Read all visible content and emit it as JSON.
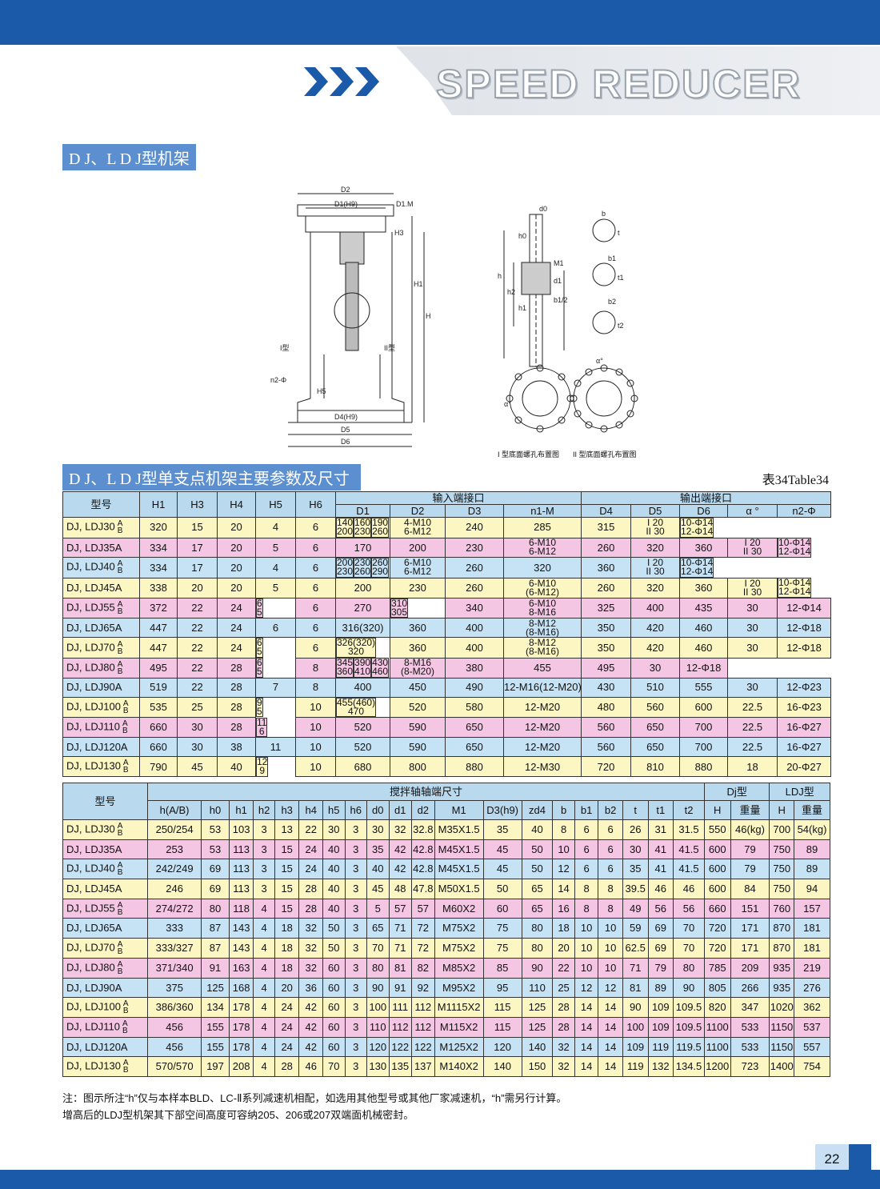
{
  "header": {
    "title": "SPEED REDUCER"
  },
  "sections": {
    "section1_title": "D J、L D J型机架",
    "section2_title": "D J、L D J型单支点机架主要参数及尺寸",
    "table_label": "表34Table34"
  },
  "diagram": {
    "left_labels": [
      "D2",
      "D1(H9)",
      "D1.M",
      "H3",
      "H1",
      "H",
      "I型",
      "II型",
      "n2-Φ",
      "H5",
      "D4(H9)",
      "D5",
      "D6"
    ],
    "right_labels": [
      "d0",
      "h0",
      "M1",
      "h",
      "h2",
      "d1",
      "h1",
      "b1/2",
      "b",
      "b1",
      "b2",
      "t",
      "t1",
      "t2",
      "α°",
      "α°"
    ],
    "caption1": "I 型底面螺孔布置图",
    "caption2": "II 型底面螺孔布置图"
  },
  "table1": {
    "group_input": "输入端接口",
    "group_output": "输出端接口",
    "headers": [
      "型号",
      "H1",
      "H3",
      "H4",
      "H5",
      "H6",
      "D1",
      "D2",
      "D3",
      "n1-M",
      "D4",
      "D5",
      "D6",
      "α °",
      "n2-Φ"
    ],
    "rows": [
      {
        "model": "DJ, LDJ30",
        "ab": "A B",
        "cells": [
          "320",
          "15",
          "20",
          "4",
          "6",
          "140 200",
          "160 230",
          "190 260",
          "4-M10 6-M12",
          "240",
          "285",
          "315",
          "I 20 II 30",
          "10-Φ14 12-Φ14"
        ]
      },
      {
        "model": "DJ, LDJ35A",
        "ab": "",
        "cells": [
          "334",
          "17",
          "20",
          "5",
          "6",
          "170",
          "200",
          "230",
          "6-M10 6-M12",
          "260",
          "320",
          "360",
          "I 20 II 30",
          "10-Φ14 12-Φ14"
        ]
      },
      {
        "model": "DJ, LDJ40",
        "ab": "A B",
        "cells": [
          "334",
          "17",
          "20",
          "4",
          "6",
          "200 230",
          "230 260",
          "260 290",
          "6-M10 6-M12",
          "260",
          "320",
          "360",
          "I 20 II 30",
          "10-Φ14 12-Φ14"
        ]
      },
      {
        "model": "DJ, LDJ45A",
        "ab": "",
        "cells": [
          "338",
          "20",
          "20",
          "5",
          "6",
          "200",
          "230",
          "260",
          "6-M10 (6-M12)",
          "260",
          "320",
          "360",
          "I 20 II 30",
          "10-Φ14 12-Φ14"
        ]
      },
      {
        "model": "DJ, LDJ55",
        "ab": "A B",
        "cells": [
          "372",
          "22",
          "24",
          "6 5",
          "6",
          "270",
          "310 305",
          "340",
          "6-M10 8-M16",
          "325",
          "400",
          "435",
          "30",
          "12-Φ14"
        ]
      },
      {
        "model": "DJ, LDJ65A",
        "ab": "",
        "cells": [
          "447",
          "22",
          "24",
          "6",
          "6",
          "316(320)",
          "360",
          "400",
          "8-M12 (8-M16)",
          "350",
          "420",
          "460",
          "30",
          "12-Φ18"
        ]
      },
      {
        "model": "DJ, LDJ70",
        "ab": "A B",
        "cells": [
          "447",
          "22",
          "24",
          "6 5",
          "6",
          "326(320) 320",
          "360",
          "400",
          "8-M12 (8-M16)",
          "350",
          "420",
          "460",
          "30",
          "12-Φ18"
        ]
      },
      {
        "model": "DJ, LDJ80",
        "ab": "A B",
        "cells": [
          "495",
          "22",
          "28",
          "6 5",
          "8",
          "345 360",
          "390 410",
          "430 460",
          "8-M16 (8-M20)",
          "380",
          "455",
          "495",
          "30",
          "12-Φ18"
        ]
      },
      {
        "model": "DJ, LDJ90A",
        "ab": "",
        "cells": [
          "519",
          "22",
          "28",
          "7",
          "8",
          "400",
          "450",
          "490",
          "12-M16(12-M20)",
          "430",
          "510",
          "555",
          "30",
          "12-Φ23"
        ]
      },
      {
        "model": "DJ, LDJ100",
        "ab": "A B",
        "cells": [
          "535",
          "25",
          "28",
          "9 5",
          "10",
          "455(460) 470",
          "520",
          "580",
          "12-M20",
          "480",
          "560",
          "600",
          "22.5",
          "16-Φ23"
        ]
      },
      {
        "model": "DJ, LDJ110",
        "ab": "A B",
        "cells": [
          "660",
          "30",
          "28",
          "11 6",
          "10",
          "520",
          "590",
          "650",
          "12-M20",
          "560",
          "650",
          "700",
          "22.5",
          "16-Φ27"
        ]
      },
      {
        "model": "DJ, LDJ120A",
        "ab": "",
        "cells": [
          "660",
          "30",
          "38",
          "11",
          "10",
          "520",
          "590",
          "650",
          "12-M20",
          "560",
          "650",
          "700",
          "22.5",
          "16-Φ27"
        ]
      },
      {
        "model": "DJ, LDJ130",
        "ab": "A B",
        "cells": [
          "790",
          "45",
          "40",
          "12 9",
          "10",
          "680",
          "800",
          "880",
          "12-M30",
          "720",
          "810",
          "880",
          "18",
          "20-Φ27"
        ]
      }
    ]
  },
  "table2": {
    "model_header": "型号",
    "group_shaft": "搅拌轴轴端尺寸",
    "group_dj": "Dj型",
    "group_ldj": "LDJ型",
    "headers": [
      "h(A/B)",
      "h0",
      "h1",
      "h2",
      "h3",
      "h4",
      "h5",
      "h6",
      "d0",
      "d1",
      "d2",
      "M1",
      "D3(h9)",
      "zd4",
      "b",
      "b1",
      "b2",
      "t",
      "t1",
      "t2",
      "H",
      "重量",
      "H",
      "重量"
    ],
    "rows": [
      {
        "model": "DJ, LDJ30",
        "ab": "A B",
        "cells": [
          "250/254",
          "53",
          "103",
          "3",
          "13",
          "22",
          "30",
          "3",
          "30",
          "32",
          "32.8",
          "M35X1.5",
          "35",
          "40",
          "8",
          "6",
          "6",
          "26",
          "31",
          "31.5",
          "550",
          "46(kg)",
          "700",
          "54(kg)"
        ]
      },
      {
        "model": "DJ, LDJ35A",
        "ab": "",
        "cells": [
          "253",
          "53",
          "113",
          "3",
          "15",
          "24",
          "40",
          "3",
          "35",
          "42",
          "42.8",
          "M45X1.5",
          "45",
          "50",
          "10",
          "6",
          "6",
          "30",
          "41",
          "41.5",
          "600",
          "79",
          "750",
          "89"
        ]
      },
      {
        "model": "DJ, LDJ40",
        "ab": "A B",
        "cells": [
          "242/249",
          "69",
          "113",
          "3",
          "15",
          "24",
          "40",
          "3",
          "40",
          "42",
          "42.8",
          "M45X1.5",
          "45",
          "50",
          "12",
          "6",
          "6",
          "35",
          "41",
          "41.5",
          "600",
          "79",
          "750",
          "89"
        ]
      },
      {
        "model": "DJ, LDJ45A",
        "ab": "",
        "cells": [
          "246",
          "69",
          "113",
          "3",
          "15",
          "28",
          "40",
          "3",
          "45",
          "48",
          "47.8",
          "M50X1.5",
          "50",
          "65",
          "14",
          "8",
          "8",
          "39.5",
          "46",
          "46",
          "600",
          "84",
          "750",
          "94"
        ]
      },
      {
        "model": "DJ, LDJ55",
        "ab": "A B",
        "cells": [
          "274/272",
          "80",
          "118",
          "4",
          "15",
          "28",
          "40",
          "3",
          "5",
          "57",
          "57",
          "M60X2",
          "60",
          "65",
          "16",
          "8",
          "8",
          "49",
          "56",
          "56",
          "660",
          "151",
          "760",
          "157"
        ]
      },
      {
        "model": "DJ, LDJ65A",
        "ab": "",
        "cells": [
          "333",
          "87",
          "143",
          "4",
          "18",
          "32",
          "50",
          "3",
          "65",
          "71",
          "72",
          "M75X2",
          "75",
          "80",
          "18",
          "10",
          "10",
          "59",
          "69",
          "70",
          "720",
          "171",
          "870",
          "181"
        ]
      },
      {
        "model": "DJ, LDJ70",
        "ab": "A B",
        "cells": [
          "333/327",
          "87",
          "143",
          "4",
          "18",
          "32",
          "50",
          "3",
          "70",
          "71",
          "72",
          "M75X2",
          "75",
          "80",
          "20",
          "10",
          "10",
          "62.5",
          "69",
          "70",
          "720",
          "171",
          "870",
          "181"
        ]
      },
      {
        "model": "DJ, LDJ80",
        "ab": "A B",
        "cells": [
          "371/340",
          "91",
          "163",
          "4",
          "18",
          "32",
          "60",
          "3",
          "80",
          "81",
          "82",
          "M85X2",
          "85",
          "90",
          "22",
          "10",
          "10",
          "71",
          "79",
          "80",
          "785",
          "209",
          "935",
          "219"
        ]
      },
      {
        "model": "DJ, LDJ90A",
        "ab": "",
        "cells": [
          "375",
          "125",
          "168",
          "4",
          "20",
          "36",
          "60",
          "3",
          "90",
          "91",
          "92",
          "M95X2",
          "95",
          "110",
          "25",
          "12",
          "12",
          "81",
          "89",
          "90",
          "805",
          "266",
          "935",
          "276"
        ]
      },
      {
        "model": "DJ, LDJ100",
        "ab": "A B",
        "cells": [
          "386/360",
          "134",
          "178",
          "4",
          "24",
          "42",
          "60",
          "3",
          "100",
          "111",
          "112",
          "M1115X2",
          "115",
          "125",
          "28",
          "14",
          "14",
          "90",
          "109",
          "109.5",
          "820",
          "347",
          "1020",
          "362"
        ]
      },
      {
        "model": "DJ, LDJ110",
        "ab": "A B",
        "cells": [
          "456",
          "155",
          "178",
          "4",
          "24",
          "42",
          "60",
          "3",
          "110",
          "112",
          "112",
          "M115X2",
          "115",
          "125",
          "28",
          "14",
          "14",
          "100",
          "109",
          "109.5",
          "1100",
          "533",
          "1150",
          "537"
        ]
      },
      {
        "model": "DJ, LDJ120A",
        "ab": "",
        "cells": [
          "456",
          "155",
          "178",
          "4",
          "24",
          "42",
          "60",
          "3",
          "120",
          "122",
          "122",
          "M125X2",
          "120",
          "140",
          "32",
          "14",
          "14",
          "109",
          "119",
          "119.5",
          "1100",
          "533",
          "1150",
          "557"
        ]
      },
      {
        "model": "DJ, LDJ130",
        "ab": "A B",
        "cells": [
          "570/570",
          "197",
          "208",
          "4",
          "28",
          "46",
          "70",
          "3",
          "130",
          "135",
          "137",
          "M140X2",
          "140",
          "150",
          "32",
          "14",
          "14",
          "119",
          "132",
          "134.5",
          "1200",
          "723",
          "1400",
          "754"
        ]
      }
    ]
  },
  "notes": {
    "line1": "注：图示所注“h”仅与本样本BLD、LC-Ⅱ系列减速机相配，如选用其他型号或其他厂家减速机，“h”需另行计算。",
    "line2": "增高后的LDJ型机架其下部空间高度可容纳205、206或207双端面机械密封。"
  },
  "page_number": "22"
}
